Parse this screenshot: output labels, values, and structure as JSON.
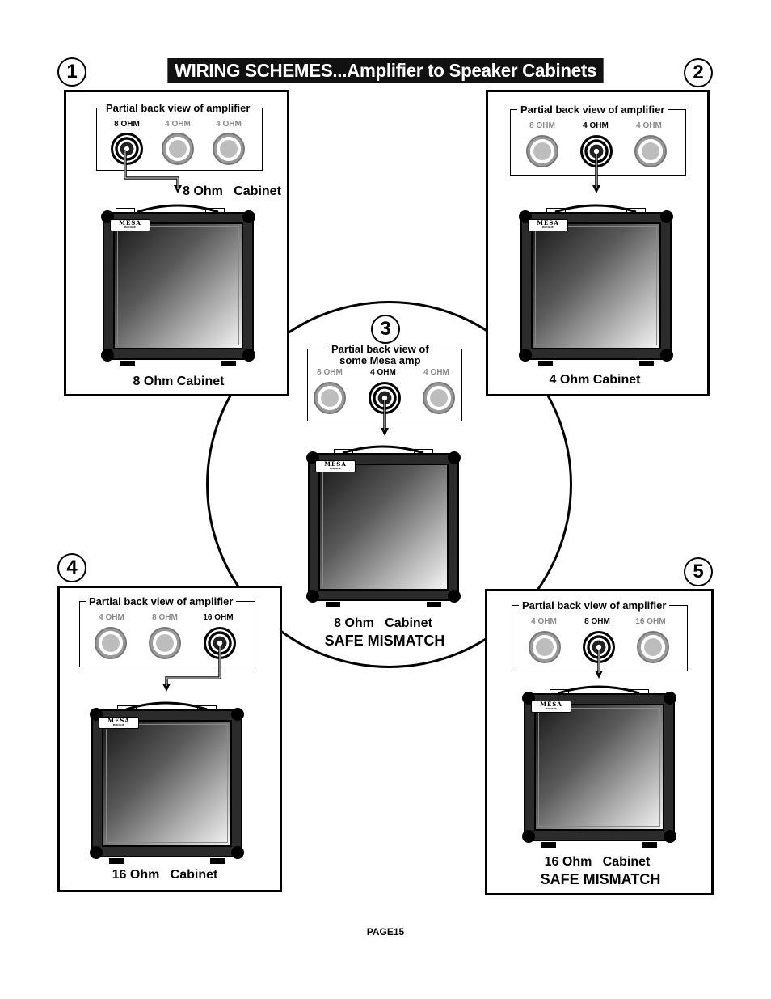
{
  "title": "WIRING SCHEMES...Amplifier to Speaker Cabinets",
  "footer": "PAGE15",
  "logo_text": "MESA",
  "colors": {
    "title_bg": "#111111",
    "title_fg": "#ffffff",
    "dim_label": "#8a8a8a"
  },
  "schemes": [
    {
      "number": "1",
      "box_title": "Partial back view of amplifier",
      "jacks": [
        "8 OHM",
        "4 OHM",
        "4 OHM"
      ],
      "active_jack": "8 OHM",
      "connector_label": "8 Ohm   Cabinet",
      "cabinet_label": "8 Ohm Cabinet",
      "note": ""
    },
    {
      "number": "2",
      "box_title": "Partial back view of amplifier",
      "jacks": [
        "8 OHM",
        "4 OHM",
        "4 OHM"
      ],
      "active_jack": "4 OHM",
      "cabinet_label": "4 Ohm Cabinet",
      "note": ""
    },
    {
      "number": "3",
      "box_title_line1": "Partial back view of",
      "box_title_line2": "some Mesa amp",
      "jacks": [
        "8 OHM",
        "4 OHM",
        "4 OHM"
      ],
      "active_jack": "4 OHM",
      "cabinet_label": "8 Ohm   Cabinet",
      "note": "SAFE MISMATCH"
    },
    {
      "number": "4",
      "box_title": "Partial back view of amplifier",
      "jacks": [
        "4 OHM",
        "8 OHM",
        "16 OHM"
      ],
      "active_jack": "16 OHM",
      "cabinet_label": "16 Ohm   Cabinet",
      "note": ""
    },
    {
      "number": "5",
      "box_title": "Partial back view of amplifier",
      "jacks": [
        "4 OHM",
        "8 OHM",
        "16 OHM"
      ],
      "active_jack": "8 OHM",
      "cabinet_label": "16 Ohm   Cabinet",
      "note": "SAFE MISMATCH"
    }
  ]
}
